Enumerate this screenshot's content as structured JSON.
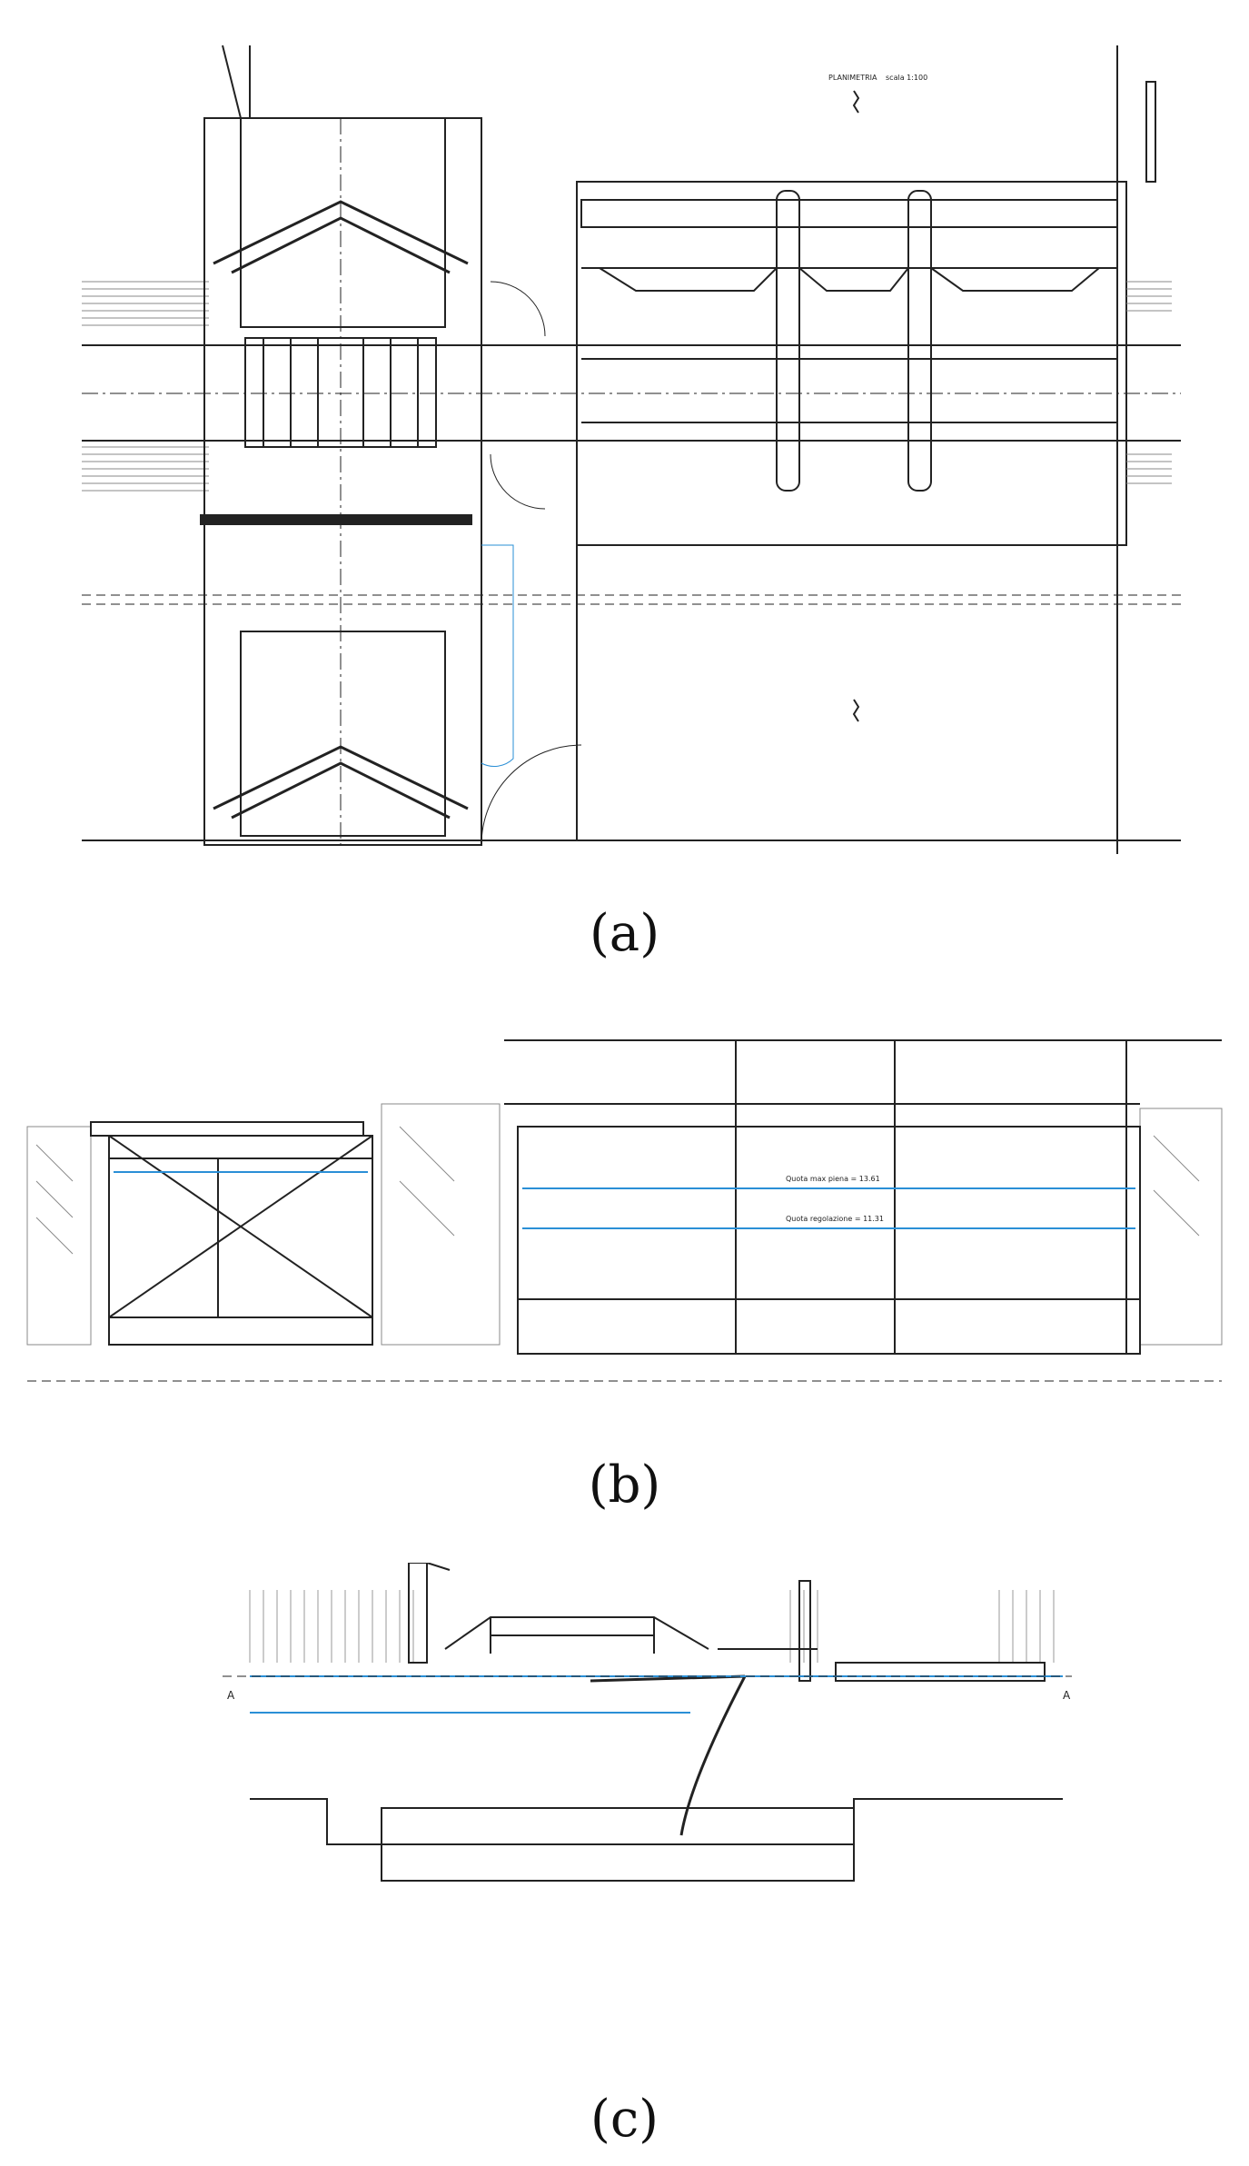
{
  "figure": {
    "panels": [
      {
        "id": "a",
        "caption": "(a)",
        "labels": {
          "title": "PLANIMETRIA",
          "scale": "scala 1:100"
        }
      },
      {
        "id": "b",
        "caption": "(b)",
        "labels": {
          "level_upstream": "Quota max piena = 13.61",
          "level_regulation": "Quota regolazione = 11.31"
        }
      },
      {
        "id": "c",
        "caption": "(c)",
        "labels": {
          "section_mark_left": "A",
          "section_mark_right": "A"
        }
      }
    ],
    "colors": {
      "line": "#222222",
      "water": "#2a8fd6",
      "hatch": "#8a8a8a"
    }
  }
}
